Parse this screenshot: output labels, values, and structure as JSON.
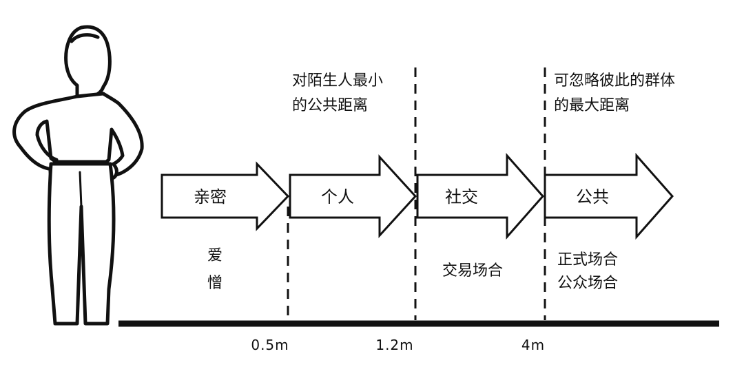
{
  "zones": [
    {
      "label": "亲密",
      "notes": [
        "爱",
        "憎"
      ]
    },
    {
      "label": "个人",
      "notes": []
    },
    {
      "label": "社交",
      "notes": [
        "交易场合"
      ]
    },
    {
      "label": "公共",
      "notes": [
        "正式场合",
        "公众场合"
      ]
    }
  ],
  "boundaries": [
    {
      "distance": "0.5m",
      "annotation": []
    },
    {
      "distance": "1.2m",
      "annotation": [
        "对陌生人最小",
        "的公共距离"
      ]
    },
    {
      "distance": "4m",
      "annotation": [
        "可忽略彼此的群体",
        "的最大距离"
      ]
    }
  ],
  "colors": {
    "ink": "#111111",
    "background": "#ffffff"
  },
  "icons": {
    "figure": "standing-person-icon"
  }
}
